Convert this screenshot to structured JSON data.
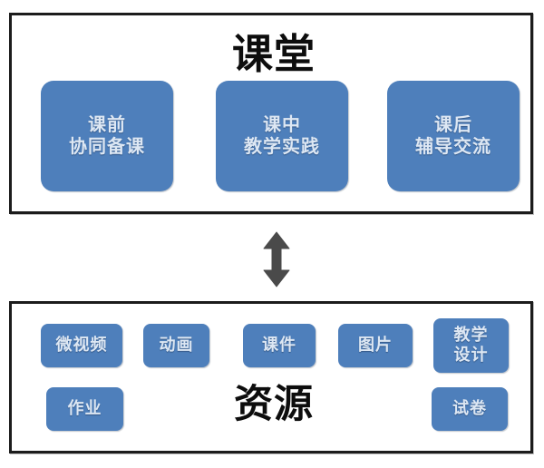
{
  "diagram": {
    "type": "two-tier block diagram",
    "accent_color": "#4e7fbb",
    "frame_color": "#1c1c1c",
    "arrow_color": "#4a4a4a",
    "sections": {
      "classroom": {
        "title": "课堂",
        "boxes": [
          {
            "line1": "课前",
            "line2": "协同备课"
          },
          {
            "line1": "课中",
            "line2": "教学实践"
          },
          {
            "line1": "课后",
            "line2": "辅导交流"
          }
        ]
      },
      "resource": {
        "title": "资源",
        "boxes": [
          {
            "line1": "微视频",
            "line2": ""
          },
          {
            "line1": "动画",
            "line2": ""
          },
          {
            "line1": "课件",
            "line2": ""
          },
          {
            "line1": "图片",
            "line2": ""
          },
          {
            "line1": "教学",
            "line2": "设计"
          },
          {
            "line1": "作业",
            "line2": ""
          },
          {
            "line1": "试卷",
            "line2": ""
          }
        ]
      }
    },
    "connector": {
      "icon": "double-headed-vertical-arrow",
      "label": ""
    }
  }
}
